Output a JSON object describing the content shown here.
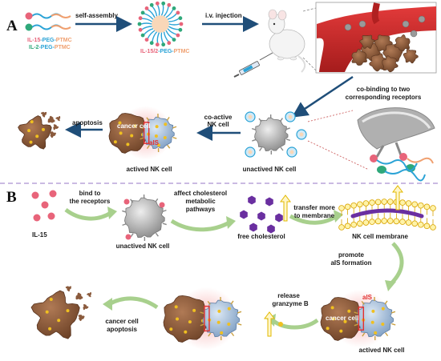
{
  "panel_a": {
    "letter": "A",
    "legend_il15": {
      "part1": "IL-15",
      "part2": "-PEG-",
      "part3": "PTMC"
    },
    "legend_il2": {
      "part1": "IL-2",
      "part2": "-PEG-",
      "part3": "PTMC"
    },
    "self_assembly": "self-assembly",
    "micelle_label": {
      "part1": "IL-15/2",
      "part2": "-PEG-",
      "part3": "PTMC"
    },
    "iv_injection": "i.v. injection",
    "co_binding": [
      "co-binding to two",
      "corresponding receptors"
    ],
    "apoptosis": "apoptosis",
    "cancer_cell": "cancer cell",
    "ais": "aIS",
    "co_active": [
      "co-active",
      "NK cell"
    ],
    "actived_nk": "actived NK cell",
    "unactived_nk": "unactived NK cell"
  },
  "panel_b": {
    "letter": "B",
    "il15": "IL-15",
    "bind_receptors": [
      "bind to",
      "the receptors"
    ],
    "unactived_nk": "unactived NK cell",
    "affect_chol": [
      "affect cholesterol",
      "metabolic",
      "pathways"
    ],
    "free_chol": "free cholesterol",
    "transfer": [
      "transfer more",
      "to membrane"
    ],
    "nk_membrane": "NK cell membrane",
    "promote": [
      "promote",
      "aIS formation"
    ],
    "cancer_apoptosis": [
      "cancer cell",
      "apoptosis"
    ],
    "release": [
      "release",
      "granzyme B"
    ],
    "cancer_cell": "cancer cell",
    "ais": "aIS",
    "actived_nk": "actived NK cell"
  },
  "colors": {
    "il15": "#e8647a",
    "il2": "#2fa87a",
    "peg": "#2ba3d6",
    "ptmc": "#f0a070",
    "arrow_blue": "#1f4e79",
    "arrow_green": "#a8d08d",
    "cholesterol": "#6a2fa0",
    "divider": "#b8a4d8",
    "cancer": "#8a5a3c",
    "nk": "#9fb8d8",
    "granule": "#f0c020",
    "ais_red": "#e23030"
  }
}
